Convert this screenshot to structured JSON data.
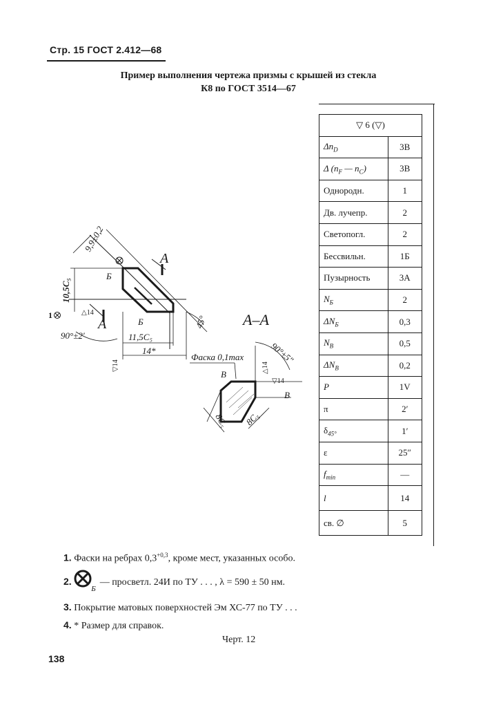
{
  "header": {
    "text": "Стр. 15 ГОСТ 2.412—68"
  },
  "title": {
    "line1": "Пример выполнения чертежа призмы с крышей из стекла",
    "line2": "К8 по ГОСТ 3514—67"
  },
  "table": {
    "head": "▽ 6 (▽)",
    "rows": [
      {
        "label": "Δn",
        "sub": "D",
        "value": "3В"
      },
      {
        "label": "Δ (n",
        "sub": "F",
        "label2": " — n",
        "sub2": "C",
        "label3": ")",
        "value": "3В"
      },
      {
        "label": "Однородн.",
        "value": "1"
      },
      {
        "label": "Дв. лучепр.",
        "value": "2"
      },
      {
        "label": "Светопогл.",
        "value": "2"
      },
      {
        "label": "Бессвильн.",
        "value": "1Б"
      },
      {
        "label": "Пузырность",
        "value": "3А"
      },
      {
        "label": "N",
        "sub": "Б",
        "value": "2"
      },
      {
        "label": "ΔN",
        "sub": "Б",
        "value": "0,3"
      },
      {
        "label": "N",
        "sub": "В",
        "value": "0,5"
      },
      {
        "label": "ΔN",
        "sub": "В",
        "value": "0,2"
      },
      {
        "label": "P",
        "value": "1V"
      },
      {
        "label": "π",
        "value": "2′"
      },
      {
        "label": "δ",
        "sub": "45°",
        "value": "1′"
      },
      {
        "label": "ε",
        "value": "25″"
      },
      {
        "label": "f",
        "sub": "min",
        "value": "—"
      }
    ],
    "bottom": [
      {
        "label": "l",
        "value": "14"
      },
      {
        "label": "св. ∅",
        "value": "5"
      }
    ]
  },
  "drawing": {
    "dim_9_9": "9,9±0,2",
    "dim_10_5": "10,5C₅",
    "dim_90": "90°±2′",
    "dim_11_5": "11,5C₅",
    "dim_14": "14*",
    "dim_45": "45°",
    "label_A": "А",
    "label_B": "Б",
    "label_V": "В",
    "section": "А–А",
    "chamfer": "Фаска 0,1max",
    "dim_90_5": "90°±5″",
    "dim_8c5a": "8C₅",
    "dim_8c5b": "8C₅",
    "tri14": "▽14",
    "tri14b": "△14",
    "num1": "1"
  },
  "notes": {
    "n1_num": "1.",
    "n1_a": "Фаски на ребрах 0,3",
    "n1_sup": "+0,3",
    "n1_b": ", кроме мест, указанных особо.",
    "n2_num": "2.",
    "n2_sub": "Б",
    "n2_text": "— просветл. 24И по ТУ . . . , λ = 590 ± 50 нм.",
    "n3_num": "3.",
    "n3_text": "Покрытие матовых поверхностей Эм ХС-77 по ТУ . . .",
    "n4_num": "4.",
    "n4_text": "* Размер для справок."
  },
  "caption": "Черт. 12",
  "page_number": "138"
}
